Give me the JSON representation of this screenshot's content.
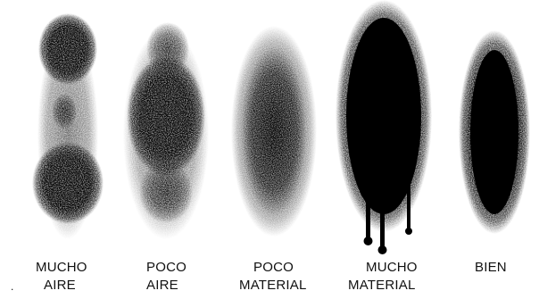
{
  "colors": {
    "background": "#ffffff",
    "paint": "#000000",
    "text": "#111111"
  },
  "patterns": [
    {
      "id": "mucho-aire",
      "line1": "MUCHO",
      "line2": "AIRE"
    },
    {
      "id": "poco-aire",
      "line1": "POCO",
      "line2": "AIRE"
    },
    {
      "id": "poco-material",
      "line1": "POCO",
      "line2": "MATERIAL"
    },
    {
      "id": "mucho-material",
      "line1": "MUCHO",
      "line2": "MATERIAL"
    },
    {
      "id": "bien",
      "line1": "BIEN",
      "line2": ""
    }
  ],
  "stray_mark": "."
}
